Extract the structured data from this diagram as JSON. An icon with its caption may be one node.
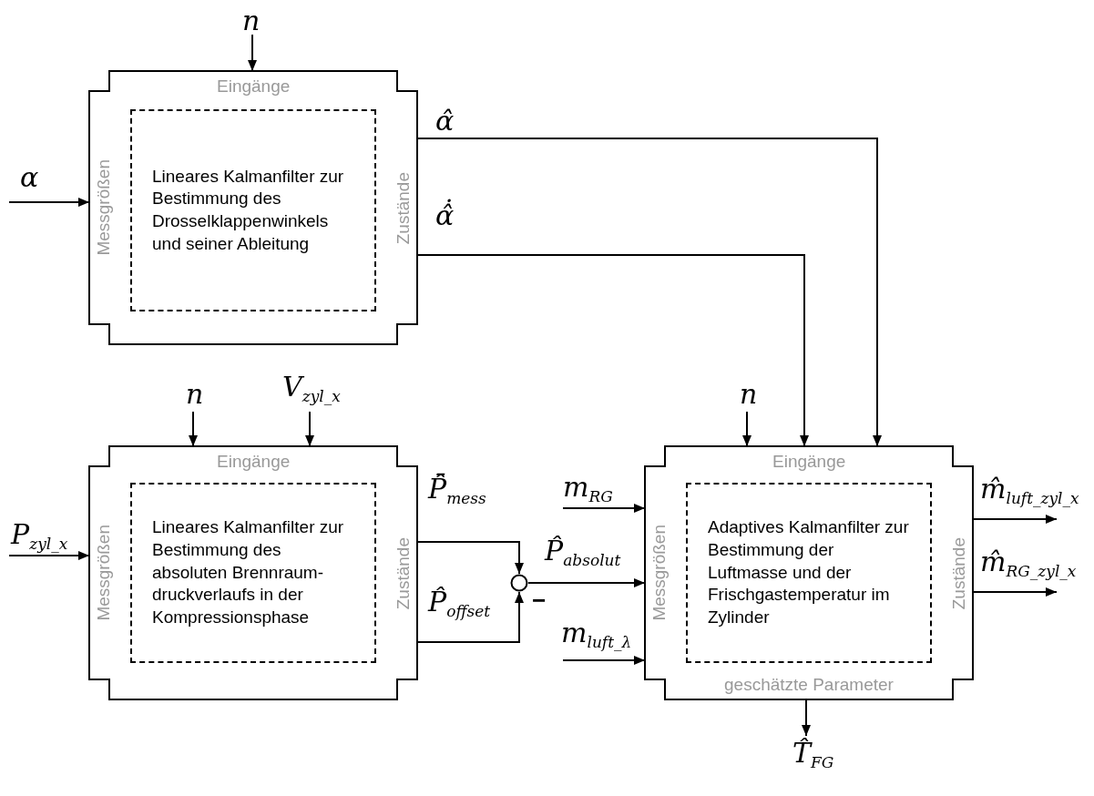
{
  "diagram": {
    "nodes": [
      {
        "text": [
          "Eingänge",
          "Messgrößen",
          "Zustände"
        ]
      },
      {
        "text": [
          "Lineares Kalmanfilter zur Bestimmung des Drosselklappenwinkels und seiner Ableitung"
        ],
        "in": 0
      },
      {
        "text": [
          "Eingänge",
          "Messgrößen",
          "Zustände"
        ]
      },
      {
        "text": [
          "Lineares Kalmanfilter zur Bestimmung des absoluten Brennraum-druckverlaufs in der Kompressionsphase"
        ],
        "in": 2
      },
      {
        "text": [],
        "shape": "circle"
      },
      {
        "text": [
          "Eingänge",
          "Messgrößen",
          "Zustände",
          "geschätzte Parameter"
        ]
      },
      {
        "text": [
          "Adaptives Kalmanfilter zur Bestimmung der Luftmasse und der Frischgastemperatur im Zylinder"
        ],
        "in": 5
      }
    ],
    "edges": [
      {
        "from": null,
        "to": 0,
        "arrow": "to",
        "label": "n"
      },
      {
        "from": null,
        "to": 0,
        "arrow": "to",
        "label": "α"
      },
      {
        "from": 0,
        "to": 5,
        "arrow": "to",
        "label": "α̂"
      },
      {
        "from": 0,
        "to": 5,
        "arrow": "to",
        "label": "α̂̇"
      },
      {
        "from": null,
        "to": 2,
        "arrow": "to",
        "label": "n"
      },
      {
        "from": null,
        "to": 2,
        "arrow": "to",
        "label": "V$_{zyl_x}$"
      },
      {
        "from": null,
        "to": 2,
        "arrow": "to",
        "label": "P$_{zyl_x}$"
      },
      {
        "from": 2,
        "to": 4,
        "arrow": "to",
        "label": "P̂̄$_{mess}$"
      },
      {
        "from": 2,
        "to": 4,
        "arrow": "to",
        "label": "P̂$_{offset}$"
      },
      {
        "from": 4,
        "to": 5,
        "arrow": "to",
        "label": "P̂$_{absolut}$"
      },
      {
        "from": null,
        "to": 5,
        "arrow": "to",
        "label": "m$_{RG}$"
      },
      {
        "from": null,
        "to": 5,
        "arrow": "to",
        "label": "m$_{luft_λ}$"
      },
      {
        "from": null,
        "to": 5,
        "arrow": "to",
        "label": "n"
      },
      {
        "from": 5,
        "to": null,
        "arrow": "to",
        "label": "m̂$_{luft_zyl_x}$"
      },
      {
        "from": 5,
        "to": null,
        "arrow": "to",
        "label": "m̂$_{RG_zyl_x}$"
      },
      {
        "from": 5,
        "to": null,
        "arrow": "to",
        "label": "T̂$_{FG}$"
      }
    ],
    "labels": [
      "−"
    ]
  }
}
